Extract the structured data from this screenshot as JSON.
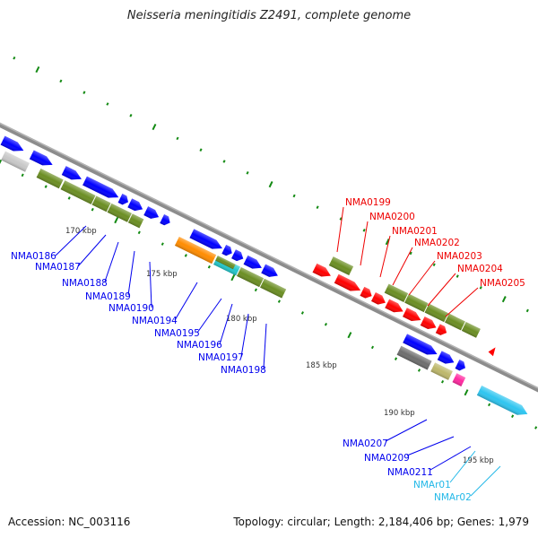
{
  "title": "Neisseria meningitidis Z2491, complete genome",
  "footer": {
    "accession": "Accession: NC_003116",
    "stats": "Topology: circular; Length: 2,184,406 bp; Genes: 1,979"
  },
  "colors": {
    "backbone": "#8c8c8c",
    "tick": "#138a13",
    "cds_forward": "#0000ff",
    "cog_green": "#6b8e23",
    "red_strand": "#ff0000",
    "steel_blue": "#4a86b8",
    "silver": "#c8c8c8",
    "orange": "#ff8c00",
    "cyan": "#22c8cc",
    "dark_gray": "#6e6e6e",
    "khaki": "#bdb76b",
    "magenta": "#ff2aa0",
    "rna_lightblue": "#2ec5f0",
    "label_blue": "#0000ee",
    "label_red": "#ee0000",
    "label_lightblue": "#22b8e8"
  },
  "tick_labels": [
    {
      "text": "170 kbp"
    },
    {
      "text": "175 kbp"
    },
    {
      "text": "180 kbp"
    },
    {
      "text": "185 kbp"
    },
    {
      "text": "190 kbp"
    },
    {
      "text": "195 kbp"
    }
  ],
  "gene_labels": [
    {
      "text": "NMA0186",
      "color": "blue"
    },
    {
      "text": "NMA0187",
      "color": "blue"
    },
    {
      "text": "NMA0188",
      "color": "blue"
    },
    {
      "text": "NMA0189",
      "color": "blue"
    },
    {
      "text": "NMA0190",
      "color": "blue"
    },
    {
      "text": "NMA0194",
      "color": "blue"
    },
    {
      "text": "NMA0195",
      "color": "blue"
    },
    {
      "text": "NMA0196",
      "color": "blue"
    },
    {
      "text": "NMA0197",
      "color": "blue"
    },
    {
      "text": "NMA0198",
      "color": "blue"
    },
    {
      "text": "NMA0199",
      "color": "red"
    },
    {
      "text": "NMA0200",
      "color": "red"
    },
    {
      "text": "NMA0201",
      "color": "red"
    },
    {
      "text": "NMA0202",
      "color": "red"
    },
    {
      "text": "NMA0203",
      "color": "red"
    },
    {
      "text": "NMA0204",
      "color": "red"
    },
    {
      "text": "NMA0205",
      "color": "red"
    },
    {
      "text": "NMA0207",
      "color": "blue"
    },
    {
      "text": "NMA0209",
      "color": "blue"
    },
    {
      "text": "NMA0211",
      "color": "blue"
    },
    {
      "text": "NMAr01",
      "color": "lightblue"
    },
    {
      "text": "NMAr02",
      "color": "lightblue"
    }
  ]
}
